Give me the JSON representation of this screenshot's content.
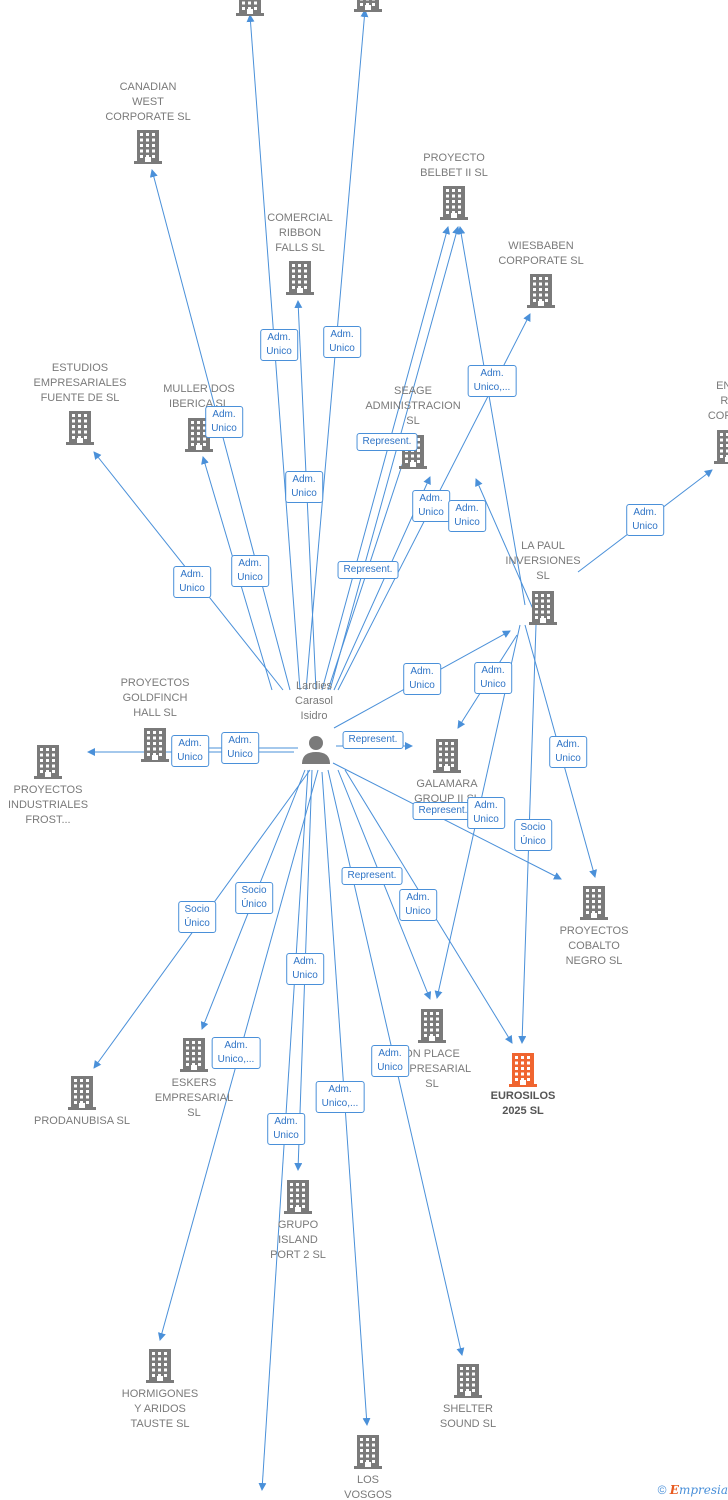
{
  "colors": {
    "link": "#4a90d9",
    "building": "#7a7a7a",
    "highlight": "#f06530",
    "label": "#7a7a7a"
  },
  "person": {
    "label": "Lardies\nCarasol\nIsidro",
    "icon": "person-icon"
  },
  "companies": [
    {
      "id": "top-left-offscreen",
      "label": ""
    },
    {
      "id": "top-mid-offscreen",
      "label": ""
    },
    {
      "id": "canadian-west",
      "label": "CANADIAN\nWEST\nCORPORATE SL"
    },
    {
      "id": "proyecto-belbet",
      "label": "PROYECTO\nBELBET II  SL"
    },
    {
      "id": "comercial-ribbon",
      "label": "COMERCIAL\nRIBBON\nFALLS  SL"
    },
    {
      "id": "wiesbaben",
      "label": "WIESBABEN\nCORPORATE  SL"
    },
    {
      "id": "estudios",
      "label": "ESTUDIOS\nEMPRESARIALES\nFUENTE DE  SL"
    },
    {
      "id": "muller-dos",
      "label": "MULLER DOS\nIBERICA  SL"
    },
    {
      "id": "seage",
      "label": "SEAGE\nADMINISTRACION\nSL"
    },
    {
      "id": "eng-right",
      "label": "ENG\nRE\nCORPO"
    },
    {
      "id": "la-paul",
      "label": "LA PAUL\nINVERSIONES\nSL"
    },
    {
      "id": "goldfinch",
      "label": "PROYECTOS\nGOLDFINCH\nHALL  SL"
    },
    {
      "id": "industriales",
      "label": "PROYECTOS\nINDUSTRIALES\nFROST..."
    },
    {
      "id": "galamara",
      "label": "GALAMARA\nGROUP II  SL"
    },
    {
      "id": "cobalto",
      "label": "PROYECTOS\nCOBALTO\nNEGRO  SL"
    },
    {
      "id": "on-place",
      "label": "ON PLACE\nEMPRESARIAL\nSL"
    },
    {
      "id": "eurosilos",
      "label": "EUROSILOS\n2025  SL",
      "main": true
    },
    {
      "id": "eskers",
      "label": "ESKERS\nEMPRESARIAL\nSL"
    },
    {
      "id": "prodanubisa",
      "label": "PRODANUBISA SL"
    },
    {
      "id": "grupo-island",
      "label": "GRUPO\nISLAND\nPORT 2  SL"
    },
    {
      "id": "hormigones",
      "label": "HORMIGONES\nY ARIDOS\nTAUSTE  SL"
    },
    {
      "id": "shelter",
      "label": "SHELTER\nSOUND  SL"
    },
    {
      "id": "los-vosgos",
      "label": "LOS\nVOSGOS"
    }
  ],
  "badges": [
    "Adm.\nUnico",
    "Adm.\nUnico",
    "Adm.\nUnico",
    "Adm.\nUnico,...",
    "Represent.",
    "Adm.\nUnico",
    "Adm.\nUnico",
    "Adm.\nUnico",
    "Adm.\nUnico",
    "Represent.",
    "Adm.\nUnico",
    "Adm.\nUnico",
    "Adm.\nUnico",
    "Adm.\nUnico",
    "Adm.\nUnico",
    "Adm.\nUnico",
    "Represent.",
    "Adm.\nUnico",
    "Represent.",
    "Adm.\nUnico",
    "Socio\nÚnico",
    "Socio\nÚnico",
    "Socio\nÚnico",
    "Represent.",
    "Adm.\nUnico",
    "Adm.\nUnico",
    "Adm.\nUnico,...",
    "Adm.\nUnico",
    "Adm.\nUnico,...",
    "Adm.\nUnico"
  ],
  "footer": {
    "copyright": "©",
    "brand_initial": "E",
    "brand_rest": "mpresia"
  }
}
